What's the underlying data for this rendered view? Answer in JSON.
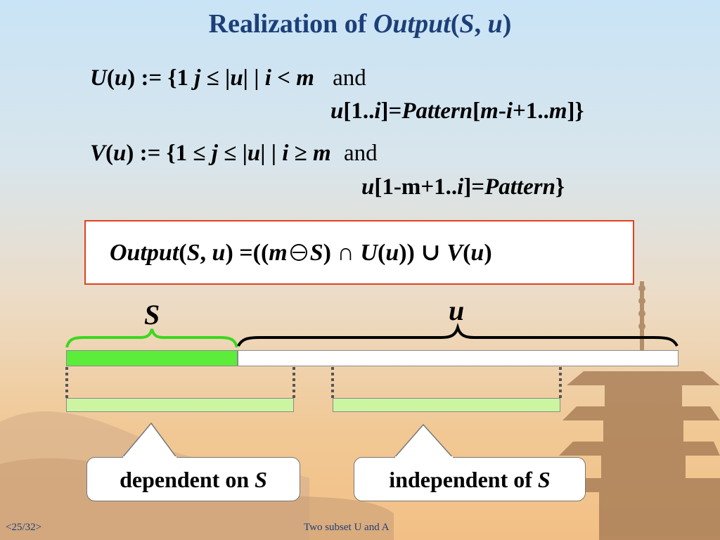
{
  "slide": {
    "title_prefix": "Realization of ",
    "title_italic": "Output",
    "title_args_open": "(",
    "title_S": "S",
    "title_comma": ", ",
    "title_u": "u",
    "title_close": ")"
  },
  "formula_U": {
    "line1": {
      "name": "U",
      "open": "(",
      "arg": "u",
      "def": ") := {1 ",
      "j": "j",
      "le": " ≤ |",
      "u": "u",
      "bar": "| | ",
      "i": "i",
      "lt": " < ",
      "m": "m",
      "and": "and"
    },
    "line2": {
      "u": "u",
      "p1": "[1..",
      "i": "i",
      "p2": "]=",
      "pattern": "Pattern",
      "p3": "[",
      "m": "m",
      "p4": "-",
      "i2": "i",
      "p5": "+1..",
      "m2": "m",
      "p6": "]}"
    }
  },
  "formula_V": {
    "line1": {
      "name": "V",
      "open": "(",
      "arg": "u",
      "def": ") := {1 ≤  ",
      "j": "j",
      "le": " ≤ |",
      "u": "u",
      "bar": "| | ",
      "i": "i",
      "ge": " ≥ ",
      "m": "m",
      "and": "and"
    },
    "line2": {
      "u": "u",
      "p1": "[1-m+1..",
      "i": "i",
      "p2": "]=",
      "pattern": "Pattern",
      "p3": "}"
    }
  },
  "output_box": {
    "output": "Output",
    "open": "(",
    "S": "S",
    "comma": ", ",
    "u": "u",
    "eqpart": ") =((",
    "m": "m",
    "S2": "S",
    "cap": ") ∩ ",
    "U": "U",
    "p1": "(",
    "u2": "u",
    "p2": ")) ∪ ",
    "V": "V",
    "p3": "(",
    "u3": "u",
    "p4": ")"
  },
  "diagram": {
    "label_S": "S",
    "label_u": "u",
    "segment_S_color": "#5cec3a",
    "segment_u_color": "#ffffff",
    "sub_segment_color": "#ccf5a2",
    "brace_S_color": "#3ad81e",
    "brace_u_color": "#000000"
  },
  "callouts": {
    "left_text": "dependent on ",
    "left_S": "S",
    "right_text": "independent of ",
    "right_S": "S"
  },
  "footer": {
    "page": "<25/32>",
    "caption": "Two subset U and A"
  }
}
